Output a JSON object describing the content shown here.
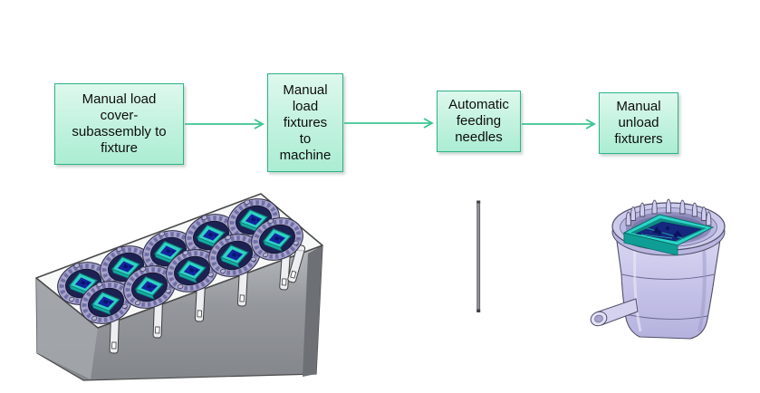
{
  "flowchart": {
    "steps": [
      {
        "label": "Manual load cover-subassembly to fixture"
      },
      {
        "label": "Manual load fixtures to machine"
      },
      {
        "label": "Automatic feeding needles"
      },
      {
        "label": "Manual unload fixturers"
      }
    ],
    "arrow_color": "#3cc493",
    "box_border_color": "#2fb287",
    "box_fill_top": "#def8ee",
    "box_fill_bottom": "#abedd3"
  },
  "figures": {
    "left": "ten-cavity-fixture-tray-render",
    "center": "feeding-needle-render",
    "right": "single-fixture-with-cover-render"
  },
  "background_color": "#ffffff"
}
